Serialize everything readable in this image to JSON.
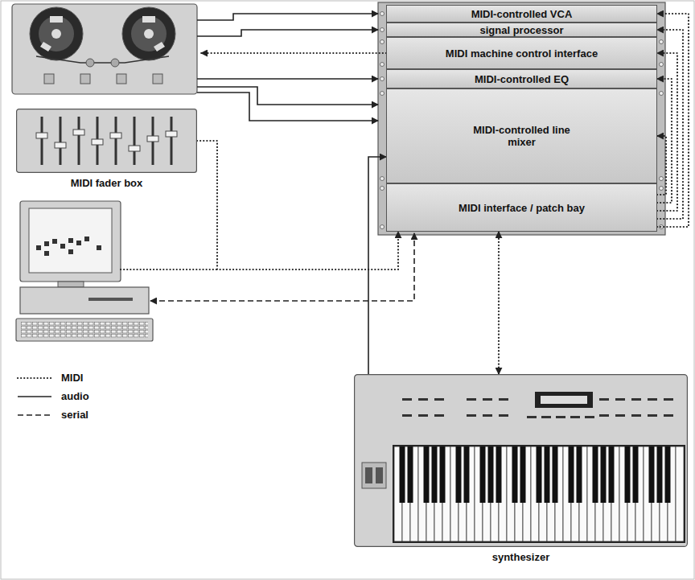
{
  "diagram": {
    "nodes": [
      {
        "text": [
          "MIDI-controlled VCA"
        ]
      },
      {
        "text": [
          "signal processor"
        ]
      },
      {
        "text": [
          "MIDI machine control interface"
        ]
      },
      {
        "text": [
          "MIDI-controlled EQ"
        ]
      },
      {
        "text": [
          "MIDI-controlled line mixer"
        ]
      },
      {
        "text": [
          "MIDI interface / patch bay"
        ]
      },
      {
        "text": [
          "MIDI fader box"
        ]
      },
      {
        "text": [
          "synthesizer"
        ]
      }
    ],
    "edges": [
      {
        "from": 6,
        "to": 5,
        "arrow": "to"
      },
      {
        "from": 7,
        "to": 5,
        "arrow": "both"
      },
      {
        "from": 7,
        "to": 4,
        "arrow": "to"
      },
      {
        "from": 5,
        "to": 0,
        "arrow": "to"
      },
      {
        "from": 5,
        "to": 1,
        "arrow": "to"
      },
      {
        "from": 5,
        "to": 2,
        "arrow": "to"
      },
      {
        "from": 5,
        "to": 3,
        "arrow": "to"
      },
      {
        "from": 5,
        "to": 4,
        "arrow": "to"
      }
    ],
    "legend": [
      {
        "text": "MIDI"
      },
      {
        "text": "audio"
      },
      {
        "text": "serial"
      }
    ]
  }
}
